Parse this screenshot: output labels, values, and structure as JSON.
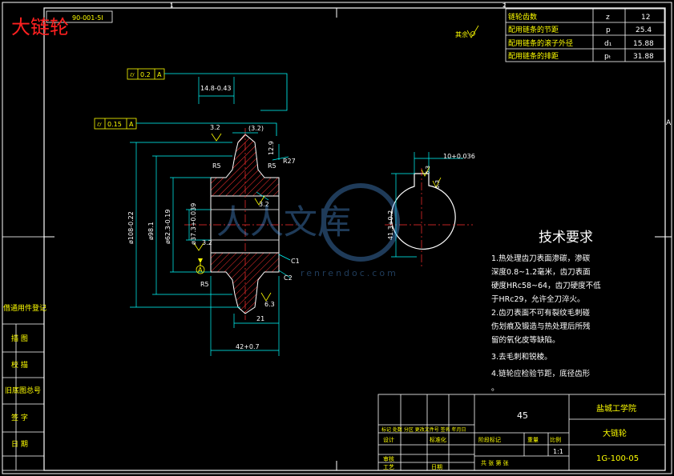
{
  "header": {
    "stamp_title": "大链轮",
    "top_ref": "90-001-5I"
  },
  "parameter_table": [
    {
      "name": "链轮齿数",
      "symbol": "z",
      "value": "12"
    },
    {
      "name": "配用链条的节距",
      "symbol": "p",
      "value": "25.4"
    },
    {
      "name": "配用链条的滚子外径",
      "symbol": "d₁",
      "value": "15.88"
    },
    {
      "name": "配用链条的排距",
      "symbol": "pₜ",
      "value": "31.88"
    }
  ],
  "roughness_note": "其余",
  "tolerance_frames": [
    {
      "symbol": "⌭",
      "value": "0.2",
      "datum": "A"
    },
    {
      "symbol": "⌭",
      "value": "0.15",
      "datum": "A"
    }
  ],
  "dimensions": {
    "hub_width": "14.8-0.43",
    "tooth_chamfer": "(3.2)",
    "r27": "R27",
    "dim_12_9": "12.9",
    "r5_a": "R5",
    "r5_b": "R5",
    "r5_c": "R5",
    "ra_top": "3.2",
    "ra_left": "3.2",
    "ra_inner": "3.2",
    "ra_bottom": "6.3",
    "dia_108": "ø108-0.22",
    "dia_98": "ø98.1",
    "dia_62": "ø62.3-0.19",
    "dia_37": "ø37.3+0.039",
    "c1": "C1",
    "c2": "C2",
    "width_21": "21",
    "width_42": "42+0.7",
    "datum_a": "A",
    "key_width": "10+0.036",
    "key_depth": "41.3+0.2",
    "ra_key_a": "6.3",
    "ra_key_b": "6.3"
  },
  "tech_requirements": {
    "title": "技术要求",
    "lines": [
      "1.热处理齿刀表面渗碳，渗碳",
      "深度0.8~1.2毫米，齿刀表面",
      "硬度HRc58~64，齿刀硬度不低",
      "于HRc29，允许全刀淬火。",
      "2.齿刃表面不可有裂纹毛刺碰",
      "伤划痕及锻造与热处理后所残",
      "留的氧化皮等缺陷。",
      "3.去毛刺和锐棱。",
      "4.链轮应检验节距，底径齿形",
      "。"
    ]
  },
  "watermark": {
    "text": "人人文库",
    "url": "renrendoc.com"
  },
  "side_box": [
    "借通用件登记",
    "描  图",
    "校  描",
    "旧底图总号",
    "签  字",
    "日  期"
  ],
  "title_block": {
    "material": "45",
    "school": "盐城工学院",
    "part_name": "大链轮",
    "drawing_no": "1G-100-05",
    "scale": "1:1",
    "label_stage": "阶段标记",
    "label_weight": "重量",
    "label_scale": "比例",
    "label_sheets": "共  张  第  张",
    "label_design": "设计",
    "label_standard": "标准化",
    "label_review": "审核",
    "label_process": "工艺",
    "label_date": "日期",
    "label_marks": "标记 处数 分区 更改文件号 签名 年月日"
  },
  "zone_labels": {
    "top_1": "1",
    "top_2": "2",
    "right_a": "A"
  }
}
